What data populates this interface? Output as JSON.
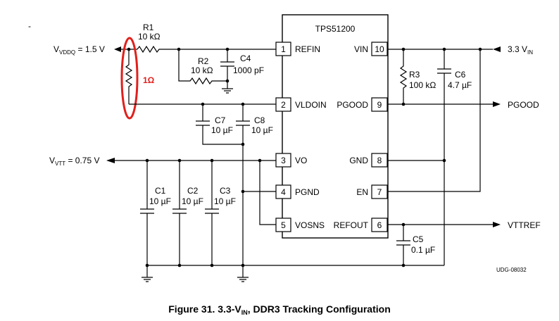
{
  "stray_mark": "-",
  "ic": {
    "name": "TPS51200",
    "pins_left": [
      {
        "num": "1",
        "label": "REFIN"
      },
      {
        "num": "2",
        "label": "VLDOIN"
      },
      {
        "num": "3",
        "label": "VO"
      },
      {
        "num": "4",
        "label": "PGND"
      },
      {
        "num": "5",
        "label": "VOSNS"
      }
    ],
    "pins_right": [
      {
        "num": "10",
        "label": "VIN"
      },
      {
        "num": "9",
        "label": "PGOOD"
      },
      {
        "num": "8",
        "label": "GND"
      },
      {
        "num": "7",
        "label": "EN"
      },
      {
        "num": "6",
        "label": "REFOUT"
      }
    ]
  },
  "nets": {
    "vddq_prefix": "V",
    "vddq_sub": "VDDQ",
    "vddq_value": " = 1.5 V",
    "vtt_prefix": "V",
    "vtt_sub": "VTT",
    "vtt_value": " = 0.75 V",
    "vin_value": "3.3 V",
    "vin_sub": "IN",
    "pgood": "PGOOD",
    "vttref": "VTTREF"
  },
  "components": {
    "r1": {
      "name": "R1",
      "value": "10 kΩ"
    },
    "r2": {
      "name": "R2",
      "value": "10 kΩ"
    },
    "r3": {
      "name": "R3",
      "value": "100 kΩ"
    },
    "c1": {
      "name": "C1",
      "value": "10 µF"
    },
    "c2": {
      "name": "C2",
      "value": "10 µF"
    },
    "c3": {
      "name": "C3",
      "value": "10 µF"
    },
    "c4": {
      "name": "C4",
      "value": "1000 pF"
    },
    "c5": {
      "name": "C5",
      "value": "0.1 µF"
    },
    "c6": {
      "name": "C6",
      "value": "4.7 µF"
    },
    "c7": {
      "name": "C7",
      "value": "10 µF"
    },
    "c8": {
      "name": "C8",
      "value": "10 µF"
    }
  },
  "annotation": {
    "text": "1Ω",
    "color": "#e0201c"
  },
  "drawing_id": "UDG-08032",
  "caption": {
    "prefix": "Figure 31.  3.3-V",
    "sub": "IN",
    "suffix": ", DDR3 Tracking Configuration"
  }
}
